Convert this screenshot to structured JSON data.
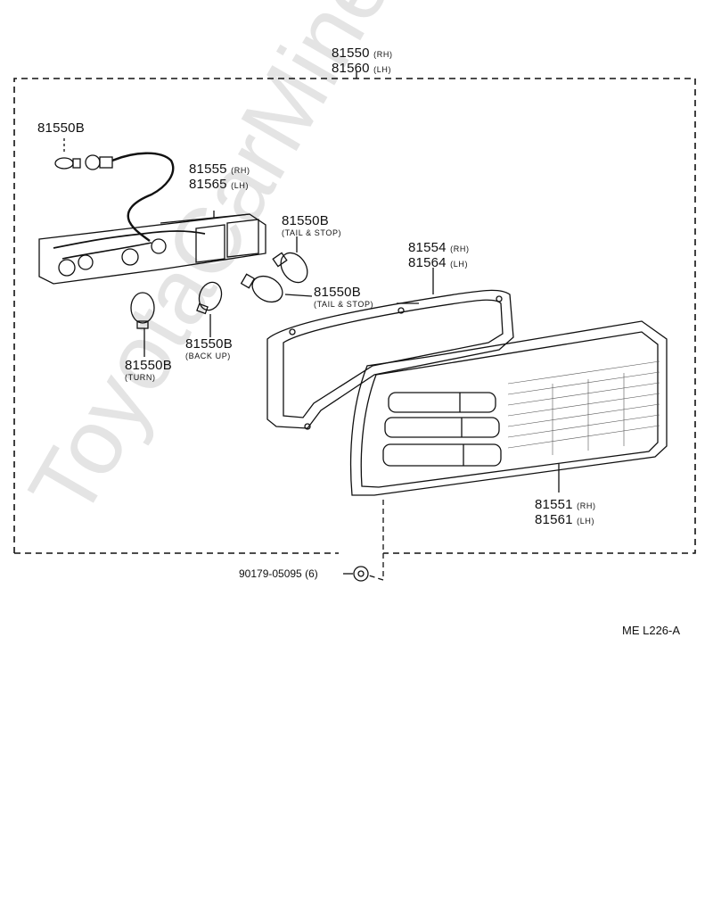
{
  "watermark": "ToyotaCarMine.ru",
  "assembly": {
    "part_rh": "81550",
    "side_rh": "(RH)",
    "part_lh": "81560",
    "side_lh": "(LH)"
  },
  "socket_bulb": {
    "part": "81550B"
  },
  "housing": {
    "part_rh": "81555",
    "side_rh": "(RH)",
    "part_lh": "81565",
    "side_lh": "(LH)"
  },
  "tail_stop_upper": {
    "part": "81550B",
    "desc": "(TAIL & STOP)"
  },
  "tail_stop_lower": {
    "part": "81550B",
    "desc": "(TAIL & STOP)"
  },
  "gasket": {
    "part_rh": "81554",
    "side_rh": "(RH)",
    "part_lh": "81564",
    "side_lh": "(LH)"
  },
  "turn_bulb": {
    "part": "81550B",
    "desc": "(TURN)"
  },
  "backup_bulb": {
    "part": "81550B",
    "desc": "(BACK UP)"
  },
  "lens": {
    "part_rh": "81551",
    "side_rh": "(RH)",
    "part_lh": "81561",
    "side_lh": "(LH)"
  },
  "nut": {
    "part": "90179-05095",
    "qty": "(6)"
  },
  "figure_code": "ME  L226-A",
  "colors": {
    "ink": "#111111",
    "watermark": "#d9d9d9"
  }
}
